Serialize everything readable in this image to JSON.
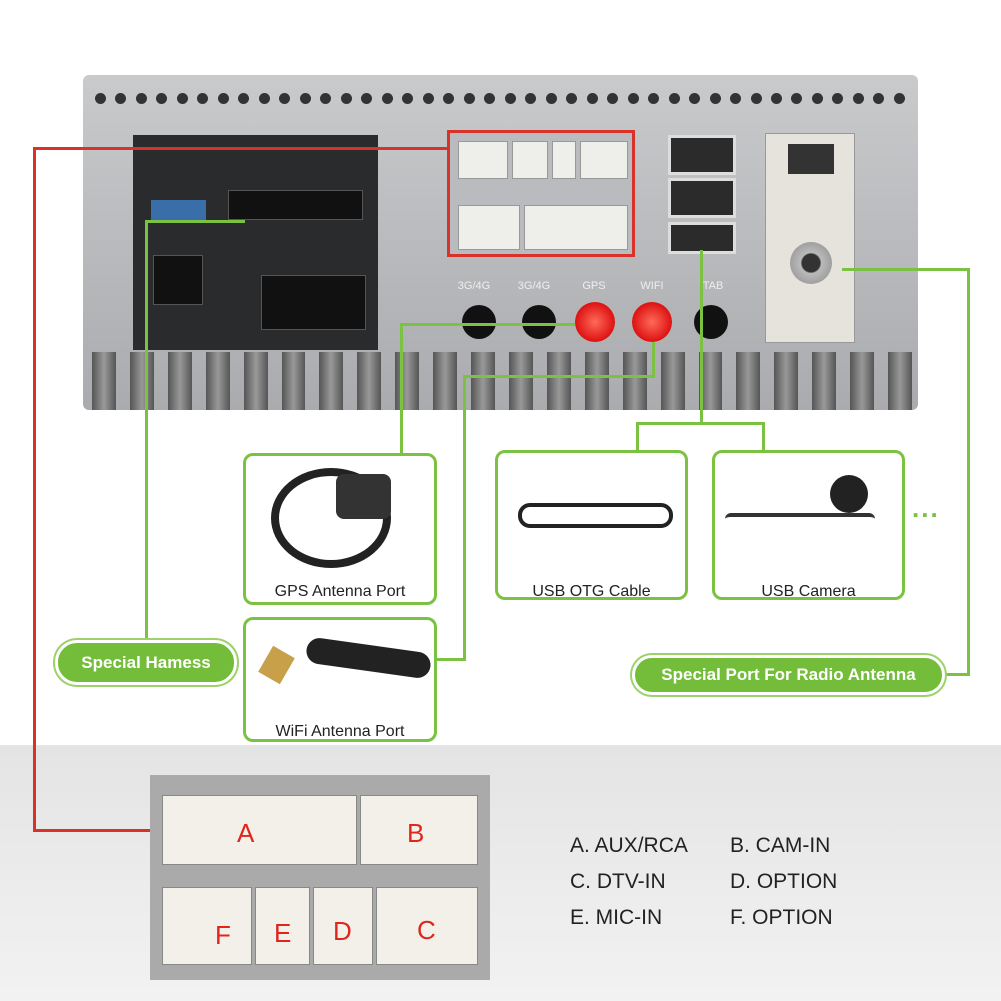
{
  "port_labels": [
    "3G/4G",
    "3G/4G",
    "GPS",
    "WIFI",
    "TAB"
  ],
  "accessories": {
    "gps": "GPS Antenna Port",
    "wifi": "WiFi Antenna Port",
    "usb_otg": "USB OTG Cable",
    "usb_camera": "USB Camera",
    "more": "..."
  },
  "callouts": {
    "harness": "Special Hamess",
    "radio": "Special Port For Radio Antenna"
  },
  "connector_letters": [
    "A",
    "B",
    "F",
    "E",
    "D",
    "C"
  ],
  "legend": [
    "A. AUX/RCA",
    "B. CAM-IN",
    "C. DTV-IN",
    "D. OPTION",
    "E. MIC-IN",
    "F. OPTION"
  ],
  "colors": {
    "accent_green": "#7cc242",
    "accent_red": "#d9322a"
  }
}
